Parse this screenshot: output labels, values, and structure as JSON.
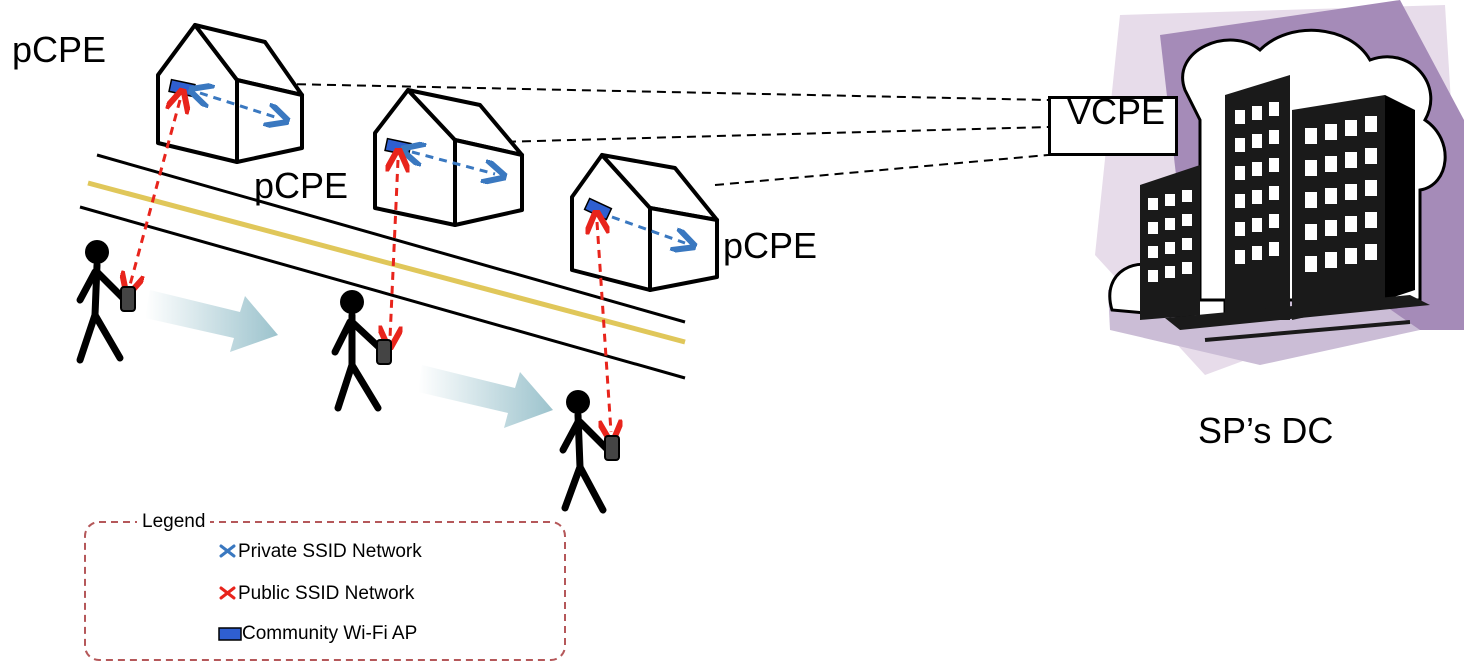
{
  "labels": {
    "pcpe_1": "pCPE",
    "pcpe_2": "pCPE",
    "pcpe_3": "pCPE",
    "vcpe": "VCPE",
    "datacenter": "SP’s DC"
  },
  "legend": {
    "title": "Legend",
    "items": [
      {
        "label": "Private SSID Network",
        "icon": "x-icon",
        "color": "#3a78c0"
      },
      {
        "label": "Public SSID Network",
        "icon": "x-icon",
        "color": "#e8241c"
      },
      {
        "label": "Community Wi-Fi AP",
        "icon": "ap-rectangle-icon",
        "color": "#2f5fd0"
      }
    ]
  },
  "colors": {
    "private_link": "#3a78c0",
    "public_link": "#e8241c",
    "ap": "#2f5fd0",
    "road_center": "#e0c75a",
    "legend_border": "#b5585a",
    "cloud_purple": "#a58bb8",
    "movement_arrow": "#9cc3cd"
  }
}
